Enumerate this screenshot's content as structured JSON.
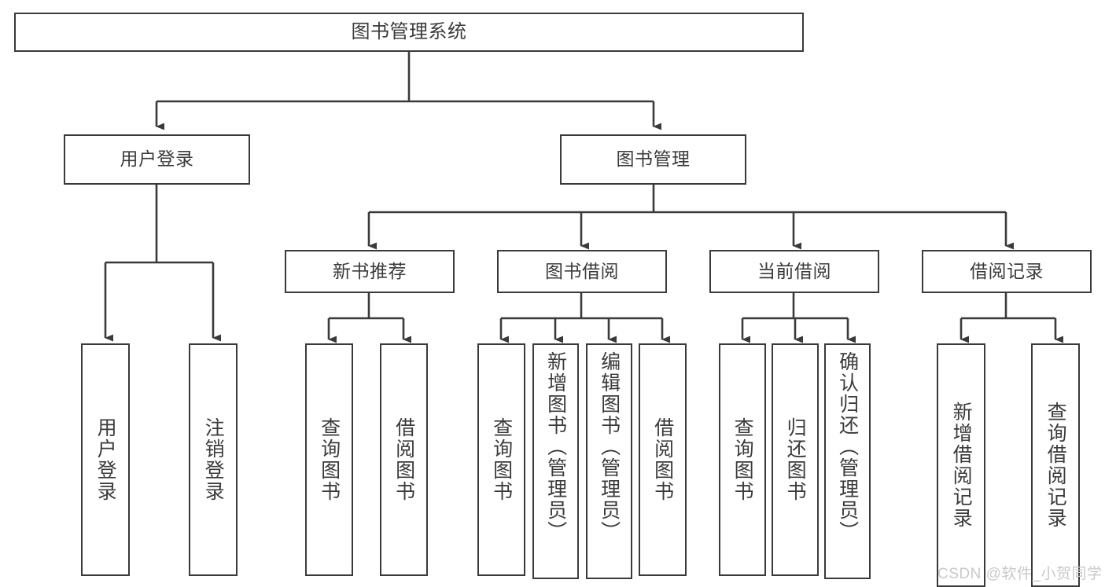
{
  "diagram": {
    "type": "tree-hierarchy",
    "title": "图书管理系统",
    "watermark": "CSDN @软件_小贺同学",
    "colors": {
      "stroke": "#3a3a3a",
      "text": "#3b3b3b",
      "background": "#ffffff",
      "watermark": "#c9c9c9"
    },
    "nodes": {
      "root": {
        "label": "图书管理系统"
      },
      "level1": [
        {
          "label": "用户登录"
        },
        {
          "label": "图书管理"
        }
      ],
      "level2": [
        {
          "label": "新书推荐"
        },
        {
          "label": "图书借阅"
        },
        {
          "label": "当前借阅"
        },
        {
          "label": "借阅记录"
        }
      ],
      "leaves": {
        "user_login": [
          {
            "label": "用户登录"
          },
          {
            "label": "注销登录"
          }
        ],
        "new_book_recommend": [
          {
            "label": "查询图书"
          },
          {
            "label": "借阅图书"
          }
        ],
        "book_borrow": [
          {
            "label": "查询图书"
          },
          {
            "label": "新增图书（管理员）"
          },
          {
            "label": "编辑图书（管理员）"
          },
          {
            "label": "借阅图书"
          }
        ],
        "current_borrow": [
          {
            "label": "查询图书"
          },
          {
            "label": "归还图书"
          },
          {
            "label": "确认归还（管理员）"
          }
        ],
        "borrow_record": [
          {
            "label": "新增借阅记录"
          },
          {
            "label": "查询借阅记录"
          }
        ]
      }
    }
  }
}
